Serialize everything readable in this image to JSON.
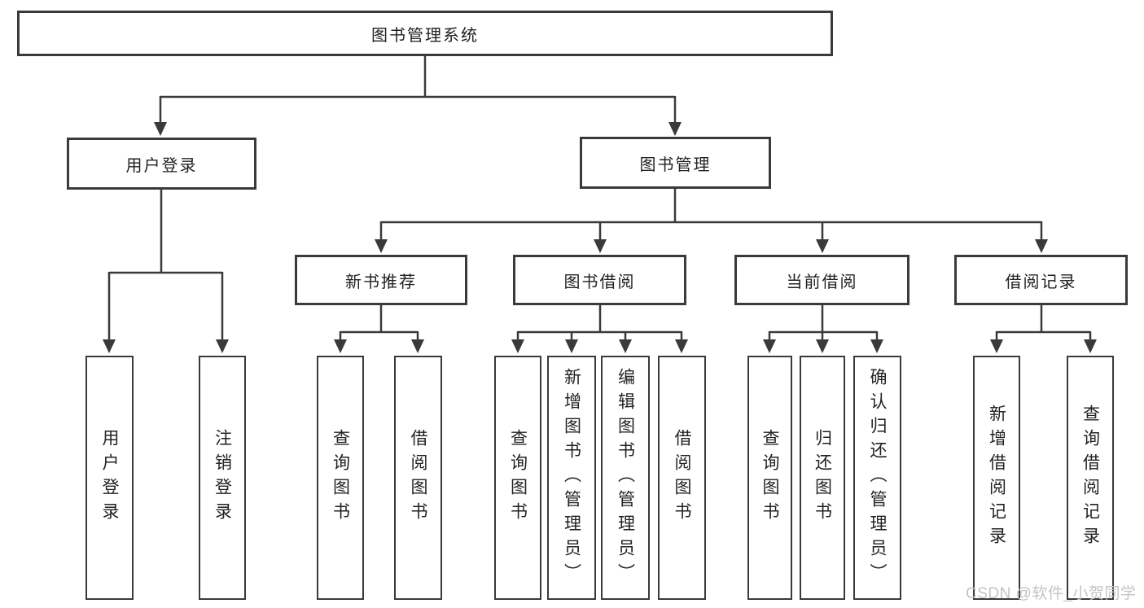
{
  "tree": {
    "label": "图书管理系统",
    "children": [
      {
        "label": "用户登录",
        "children": [
          {
            "label": "用户登录"
          },
          {
            "label": "注销登录"
          }
        ]
      },
      {
        "label": "图书管理",
        "children": [
          {
            "label": "新书推荐",
            "children": [
              {
                "label": "查询图书"
              },
              {
                "label": "借阅图书"
              }
            ]
          },
          {
            "label": "图书借阅",
            "children": [
              {
                "label": "查询图书"
              },
              {
                "label": "新增图书（管理员）"
              },
              {
                "label": "编辑图书（管理员）"
              },
              {
                "label": "借阅图书"
              }
            ]
          },
          {
            "label": "当前借阅",
            "children": [
              {
                "label": "查询图书"
              },
              {
                "label": "归还图书"
              },
              {
                "label": "确认归还（管理员）"
              }
            ]
          },
          {
            "label": "借阅记录",
            "children": [
              {
                "label": "新增借阅记录"
              },
              {
                "label": "查询借阅记录"
              }
            ]
          }
        ]
      }
    ]
  },
  "watermark": "CSDN @软件_小贺同学",
  "colors": {
    "line": "#3a3a3a",
    "border": "#3a3a3a",
    "text": "#222222",
    "watermark": "#c4c4c4",
    "background": "#ffffff"
  }
}
